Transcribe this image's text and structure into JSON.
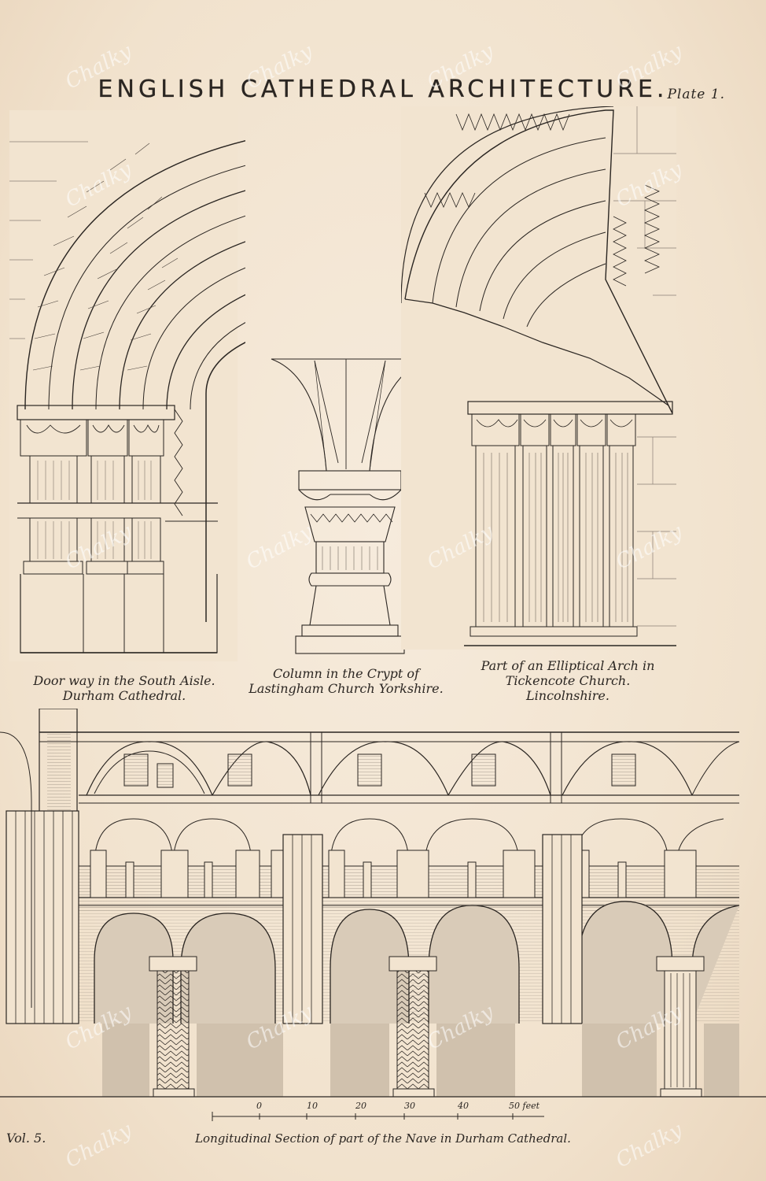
{
  "plate": {
    "title": "ENGLISH CATHEDRAL ARCHITECTURE.",
    "plate_number": "Plate 1.",
    "volume": "Vol. 5."
  },
  "figures": {
    "doorway": {
      "caption_line1": "Door way in the South Aisle.",
      "caption_line2": "Durham Cathedral."
    },
    "column": {
      "caption_line1": "Column in the Crypt of",
      "caption_line2": "Lastingham Church Yorkshire."
    },
    "arch": {
      "caption_line1": "Part of an Elliptical Arch in",
      "caption_line2": "Tickencote Church.",
      "caption_line3": "Lincolnshire."
    },
    "nave": {
      "caption": "Longitudinal Section of part of the Nave in Durham Cathedral."
    }
  },
  "scale": {
    "ticks": [
      "0",
      "10",
      "20",
      "30",
      "40",
      "50 feet"
    ]
  },
  "watermark": "Chalky",
  "colors": {
    "paper": "#f3e6d3",
    "ink": "#2b2622"
  }
}
